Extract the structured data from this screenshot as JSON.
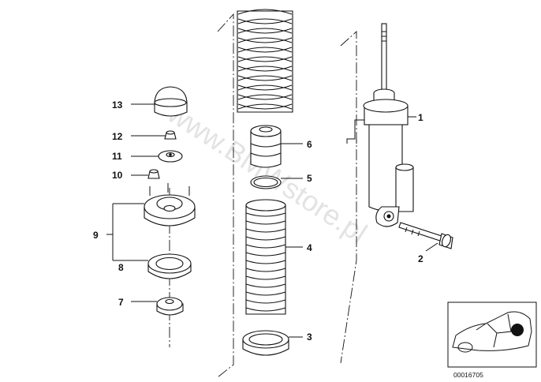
{
  "watermark": "www.BMWstore.pl",
  "diagram_code": "00016705",
  "callouts": {
    "c1": "1",
    "c2": "2",
    "c3": "3",
    "c4": "4",
    "c5": "5",
    "c6": "6",
    "c7": "7",
    "c8": "8",
    "c9": "9",
    "c10": "10",
    "c11": "11",
    "c12": "12",
    "c13": "13"
  }
}
